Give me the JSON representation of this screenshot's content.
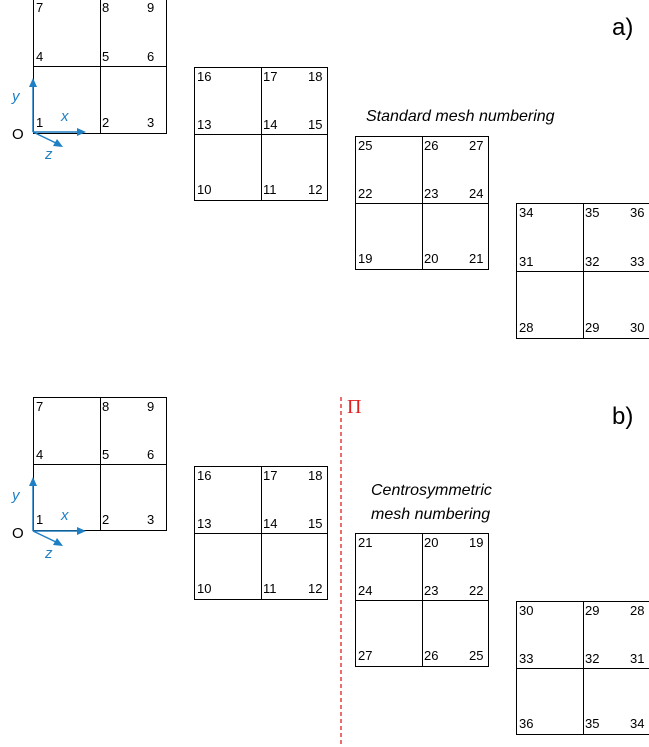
{
  "panel_a": {
    "label": "a)",
    "caption": "Standard mesh numbering",
    "axes": {
      "origin": "O",
      "x": "x",
      "y": "y",
      "z": "z"
    },
    "blocks": [
      {
        "nodes": [
          "7",
          "8",
          "9",
          "4",
          "5",
          "6",
          "1",
          "2",
          "3"
        ]
      },
      {
        "nodes": [
          "16",
          "17",
          "18",
          "13",
          "14",
          "15",
          "10",
          "11",
          "12"
        ]
      },
      {
        "nodes": [
          "25",
          "26",
          "27",
          "22",
          "23",
          "24",
          "19",
          "20",
          "21"
        ]
      },
      {
        "nodes": [
          "34",
          "35",
          "36",
          "31",
          "32",
          "33",
          "28",
          "29",
          "30"
        ]
      }
    ]
  },
  "panel_b": {
    "label": "b)",
    "caption_line1": "Centrosymmetric",
    "caption_line2": "mesh numbering",
    "plane_label": "Π",
    "axes": {
      "origin": "O",
      "x": "x",
      "y": "y",
      "z": "z"
    },
    "blocks": [
      {
        "nodes": [
          "7",
          "8",
          "9",
          "4",
          "5",
          "6",
          "1",
          "2",
          "3"
        ]
      },
      {
        "nodes": [
          "16",
          "17",
          "18",
          "13",
          "14",
          "15",
          "10",
          "11",
          "12"
        ]
      },
      {
        "nodes": [
          "21",
          "20",
          "19",
          "24",
          "23",
          "22",
          "27",
          "26",
          "25"
        ]
      },
      {
        "nodes": [
          "30",
          "29",
          "28",
          "33",
          "32",
          "31",
          "36",
          "35",
          "34"
        ]
      }
    ]
  },
  "colors": {
    "axis": "#1f7fc4",
    "plane": "#e02020",
    "line": "#000000"
  }
}
